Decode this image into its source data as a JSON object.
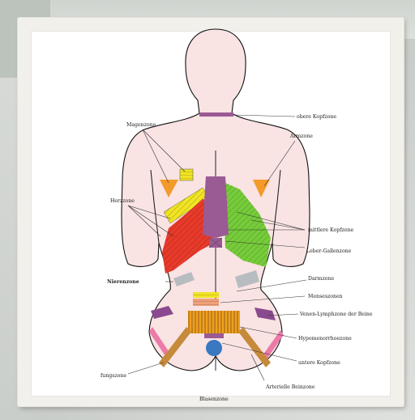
{
  "labels": {
    "obere_kopfzone": "obere Kopfzone",
    "magenzone": "Magenzone",
    "armzone": "Armzone",
    "herzzone": "Herzzone",
    "mittlere_kopfzone": "mittlere Kopfzone",
    "leber_gallenzone": "Leber-Gallenzone",
    "nierenzone": "Nierenzone",
    "darmzone": "Darmzone",
    "menseszonen": "Menseszonen",
    "venen_lymphzone": "Venen-Lymphzone der Beine",
    "hypomenorrhoezone": "Hypomenorrhoezone",
    "untere_kopfzone": "untere Kopfzone",
    "fungszone": "fungszone",
    "arterielle_beinzone": "Arterielle Beinzone",
    "blasenzone_partial": "Blasenzone"
  },
  "colors": {
    "skin": "#f9e3e3",
    "heart_zone": "#e83a2a",
    "liver_zone": "#76cc3a",
    "stomach_zone": "#f0e424",
    "spine_zone": "#9a5a94",
    "arm_zone": "#f39a2a",
    "kidney_zone": "#b7bcc0",
    "vein_zone": "#8a4a8f",
    "pelvic_zone": "#f0a020",
    "leg_zone": "#ea7aa8",
    "artery_zone": "#c58a3a",
    "lower_head": "#3a78c0"
  }
}
